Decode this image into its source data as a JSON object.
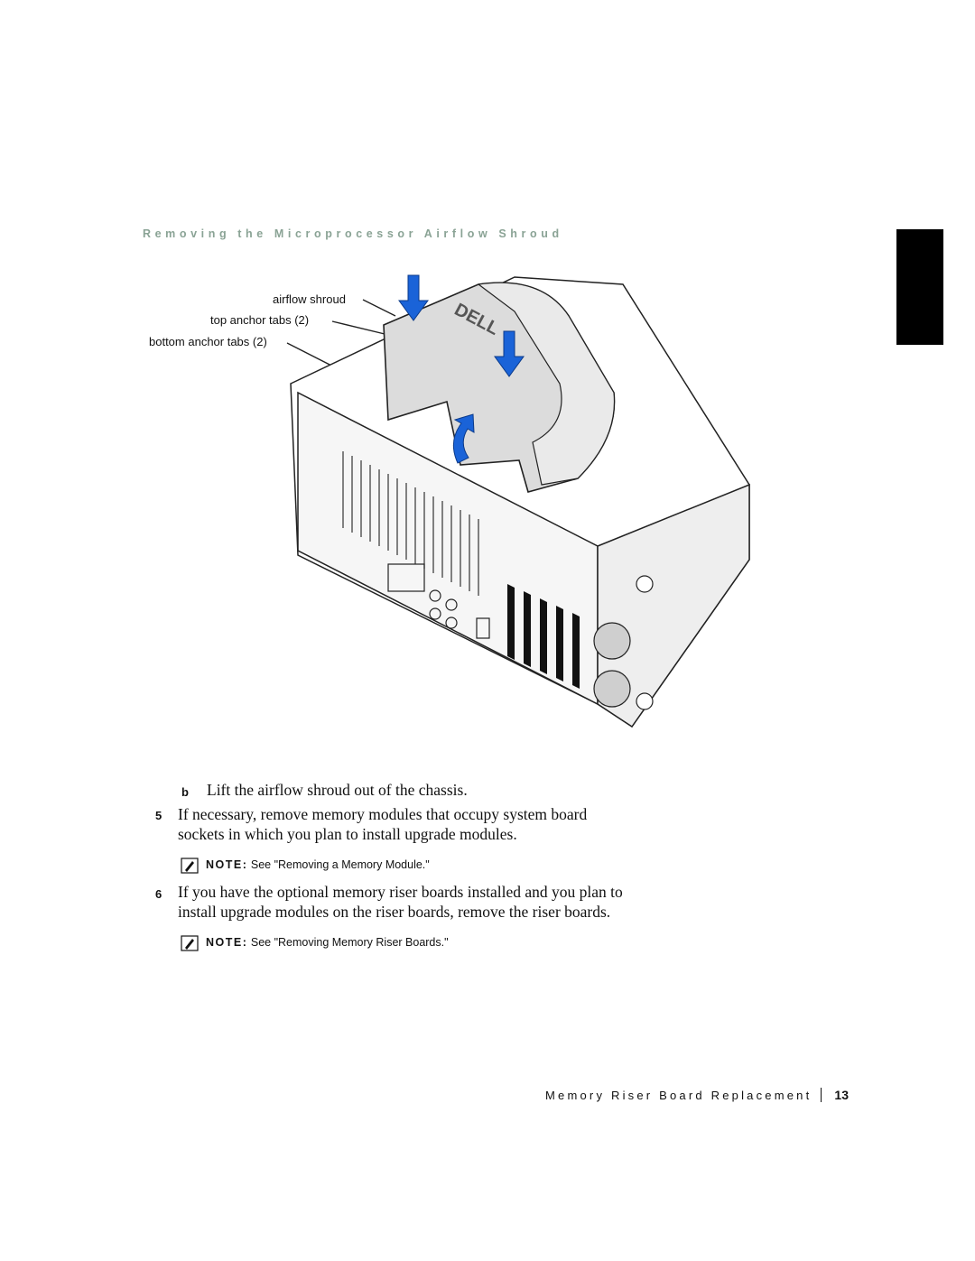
{
  "figure": {
    "title": "Removing the Microprocessor Airflow Shroud",
    "callouts": [
      "airflow shroud",
      "top anchor tabs (2)",
      "bottom anchor tabs (2)"
    ],
    "logo_text": "DELL"
  },
  "steps": [
    {
      "marker": "b",
      "text": "Lift the airflow shroud out of the chassis."
    },
    {
      "marker": "5",
      "text_line1": "If necessary, remove memory modules that occupy system board",
      "text_line2": "sockets in which you plan to install upgrade modules."
    },
    {
      "marker": "6",
      "text_line1": "If you have the optional memory riser boards installed and you plan to",
      "text_line2": "install upgrade modules on the riser boards, remove the riser boards."
    }
  ],
  "notes": [
    {
      "label": "NOTE:",
      "text": "See \"Removing a Memory Module.\""
    },
    {
      "label": "NOTE:",
      "text": "See \"Removing Memory Riser Boards.\""
    }
  ],
  "footer": {
    "title": "Memory Riser Board Replacement",
    "page_number": "13"
  },
  "colors": {
    "arrow": "#1a63d8",
    "figure_title": "#8aa395",
    "thumb_tab": "#000000"
  }
}
